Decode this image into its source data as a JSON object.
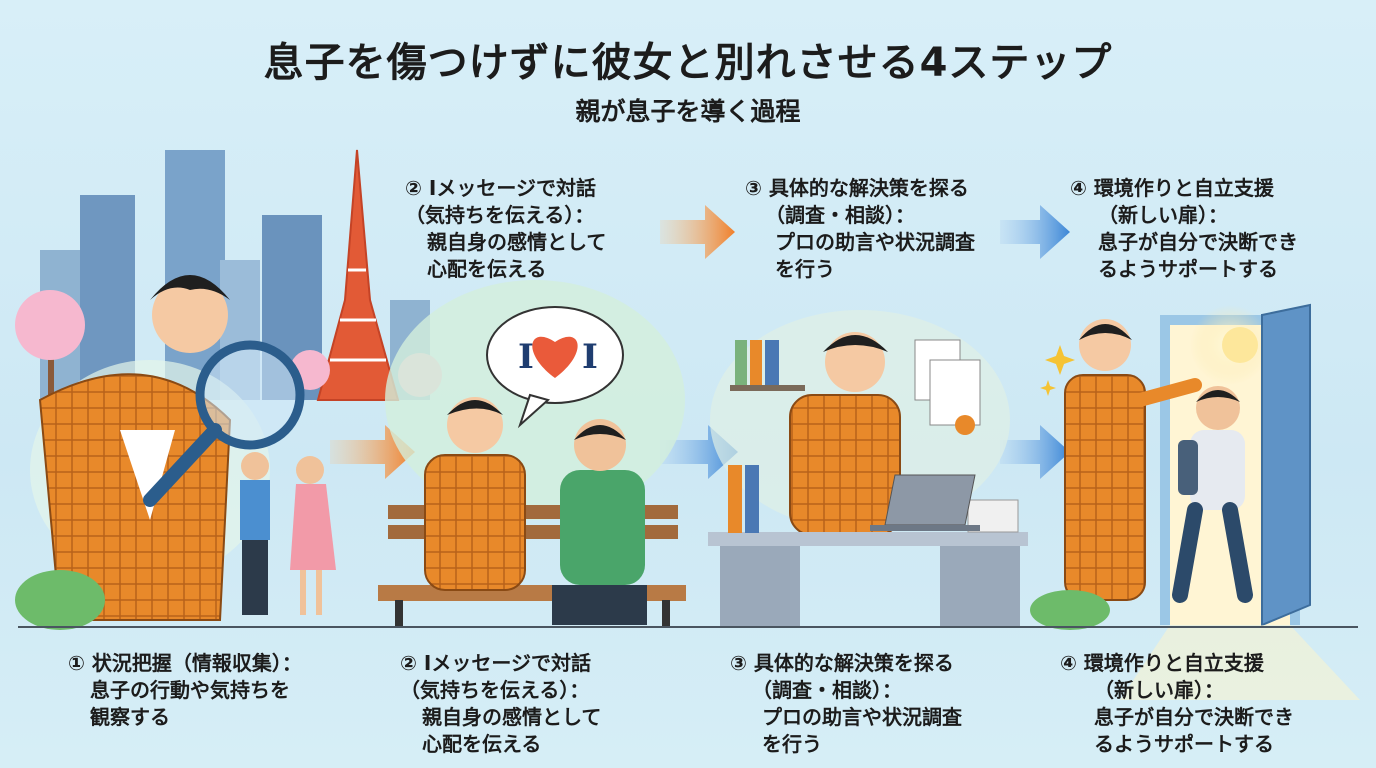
{
  "title": "息子を傷つけずに彼女と別れさせる4ステップ",
  "subtitle": "親が息子を導く過程",
  "top_captions": [
    {
      "lines": [
        "② Iメッセージで対話",
        "（気持ちを伝える）：",
        "親自身の感情として",
        "心配を伝える"
      ]
    },
    {
      "lines": [
        "③ 具体的な解決策を探る",
        "（調査・相談）：",
        "プロの助言や状況調査",
        "を行う"
      ]
    },
    {
      "lines": [
        "④ 環境作りと自立支援",
        "（新しい扉）：",
        "息子が自分で決断でき",
        "るようサポートする"
      ]
    }
  ],
  "bottom_captions": [
    {
      "heading": "① 状況把握（情報収集）：",
      "lines": [
        "息子の行動や気持ちを",
        "観察する"
      ]
    },
    {
      "heading": "② Iメッセージで対話",
      "lines": [
        "（気持ちを伝える）：",
        "親自身の感情として",
        "心配を伝える"
      ]
    },
    {
      "heading": "③ 具体的な解決策を探る",
      "lines": [
        "（調査・相談）：",
        "プロの助言や状況調査",
        "を行う"
      ]
    },
    {
      "heading": "④ 環境作りと自立支援",
      "lines": [
        "（新しい扉）：",
        "息子が自分で決断でき",
        "るようサポートする"
      ]
    }
  ],
  "bubble_text": {
    "left": "I",
    "right": "I"
  },
  "icons": [
    "magnifier-icon",
    "heart-icon",
    "arrow-right-icon",
    "laptop-icon",
    "door-icon",
    "sparkle-icon"
  ],
  "colors": {
    "suit": "#e8892a",
    "arrow_orange": "#f07f2a",
    "arrow_blue": "#3b86d6",
    "sky": "#cde8f4"
  }
}
